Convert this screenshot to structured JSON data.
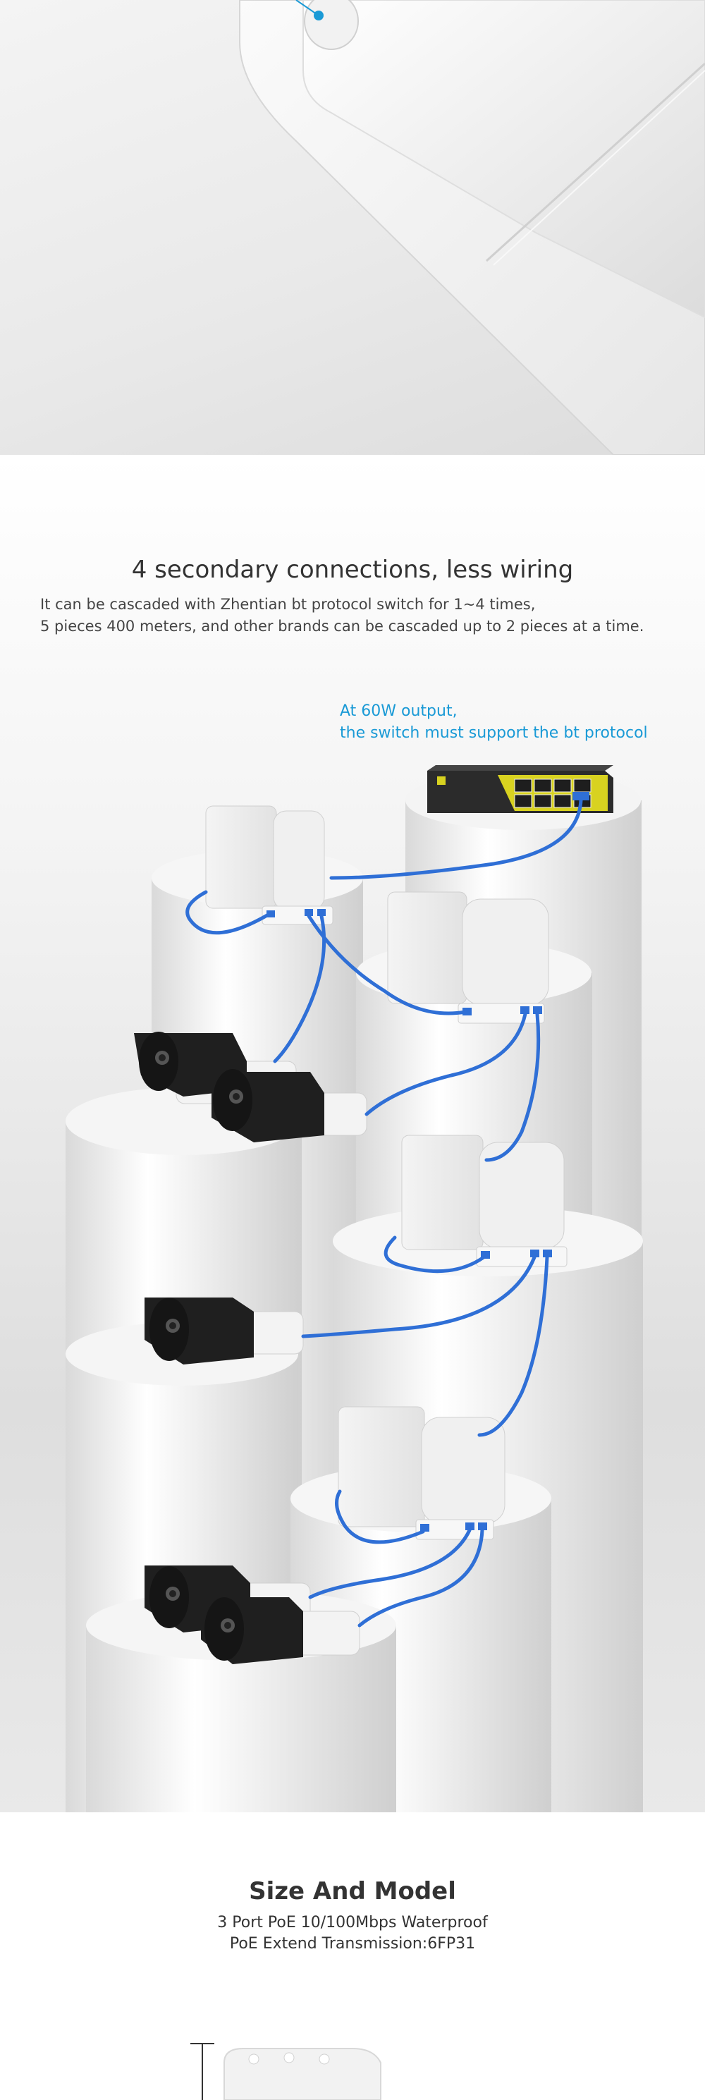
{
  "connections": {
    "title": "4 secondary connections, less wiring",
    "description": [
      "It can be cascaded with Zhentian bt protocol switch for 1~4 times,",
      "5 pieces 400 meters, and other brands can be cascaded up to 2 pieces at a time."
    ],
    "note": [
      "At 60W output,",
      "the switch must support the bt protocol"
    ]
  },
  "size": {
    "title": "Size And Model",
    "subtitle": [
      "3 Port PoE 10/100Mbps Waterproof",
      "PoE Extend Transmission:6FP31"
    ]
  },
  "colors": {
    "cable": "#2f6fd6",
    "note_text": "#1a9ad6",
    "switch_body": "#2b2b2b",
    "switch_accent": "#d8d220"
  }
}
